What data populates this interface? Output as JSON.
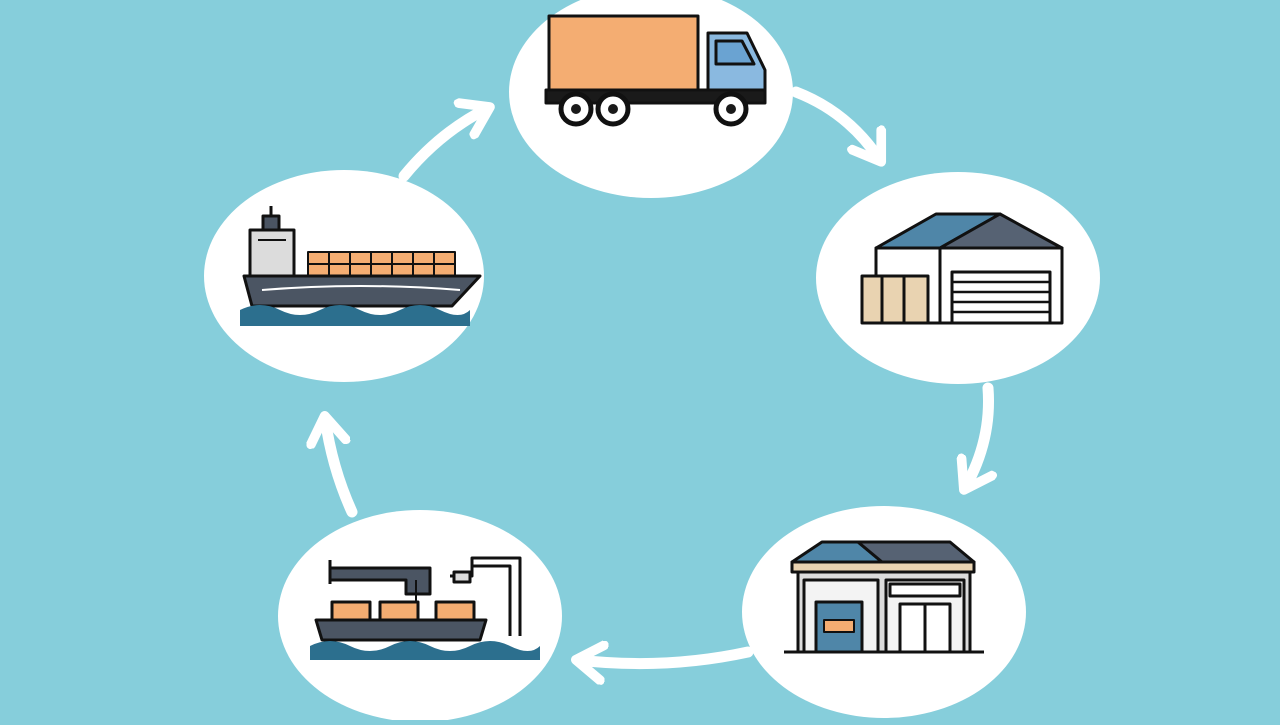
{
  "diagram": {
    "type": "cycle",
    "palette": {
      "background": "#86cedb",
      "circle": "#ffffff",
      "arrow": "#ffffff",
      "outline": "#111111",
      "cargo_orange": "#f4ad72",
      "truck_cab_blue": "#8ab9e0",
      "hull_dark": "#4b5563",
      "water_blue": "#2c6f8e",
      "roof_blue": "#4f86a8",
      "roof_slate": "#566273",
      "box_tan": "#e9d3b1",
      "wall_grey": "#dcdcdc"
    },
    "nodes": [
      {
        "id": "truck",
        "icon": "truck-icon"
      },
      {
        "id": "warehouse",
        "icon": "warehouse-icon"
      },
      {
        "id": "depot",
        "icon": "depot-building-icon"
      },
      {
        "id": "port",
        "icon": "port-crane-barge-icon"
      },
      {
        "id": "ship",
        "icon": "container-ship-icon"
      }
    ],
    "edges": [
      {
        "from": "truck",
        "to": "warehouse"
      },
      {
        "from": "warehouse",
        "to": "depot"
      },
      {
        "from": "depot",
        "to": "port"
      },
      {
        "from": "port",
        "to": "ship"
      },
      {
        "from": "ship",
        "to": "truck"
      }
    ]
  }
}
